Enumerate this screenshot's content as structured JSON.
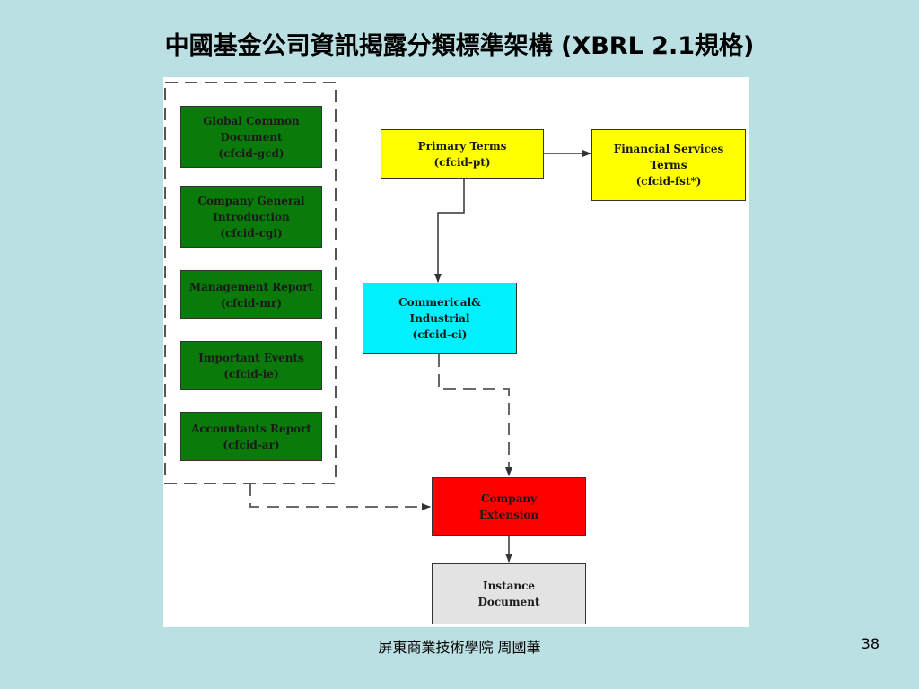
{
  "title": "中國基金公司資訊揭露分類標準架構 (XBRL 2.1規格)",
  "footer": {
    "institution": "屏東商業技術學院  周國華",
    "page_number": "38"
  },
  "diagram": {
    "green_group": [
      {
        "line1": "Global Common",
        "line2": "Document",
        "line3": "(cfcid-gcd)"
      },
      {
        "line1": "Company General",
        "line2": "Introduction",
        "line3": "(cfcid-cgi)"
      },
      {
        "line1": "Management Report",
        "line2": "(cfcid-mr)"
      },
      {
        "line1": "Important Events",
        "line2": "(cfcid-ie)"
      },
      {
        "line1": "Accountants Report",
        "line2": "(cfcid-ar)"
      }
    ],
    "primary_terms": {
      "line1": "Primary Terms",
      "line2": "(cfcid-pt)"
    },
    "financial_services": {
      "line1": "Financial Services",
      "line2": "Terms",
      "line3": "(cfcid-fst*)"
    },
    "commercial": {
      "line1": "Commerical&",
      "line2": "Industrial",
      "line3": "(cfcid-ci)"
    },
    "company_extension": {
      "line1": "Company",
      "line2": "Extension"
    },
    "instance_document": {
      "line1": "Instance",
      "line2": "Document"
    }
  }
}
